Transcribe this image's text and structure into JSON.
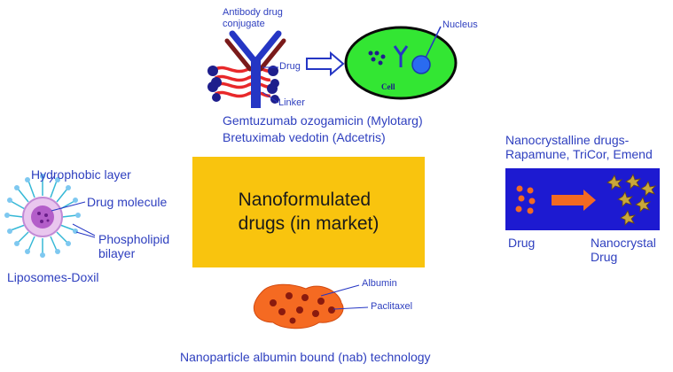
{
  "center": {
    "line1": "Nanoformulated",
    "line2": "drugs (in market)"
  },
  "adc": {
    "title_line1": "Antibody drug",
    "title_line2": "conjugate",
    "drug_label": "Drug",
    "linker_label": "Linker",
    "nucleus_label": "Nucleus",
    "cell_label": "Cell",
    "example1": "Gemtuzumab ozogamicin (Mylotarg)",
    "example2": "Bretuximab vedotin (Adcetris)"
  },
  "liposome": {
    "hydrophobic_label": "Hydrophobic layer",
    "drug_molecule_label": "Drug molecule",
    "phospholipid_line1": "Phospholipid",
    "phospholipid_line2": "bilayer",
    "caption": "Liposomes-Doxil"
  },
  "nanocrystal": {
    "title_line1": "Nanocrystalline drugs-",
    "title_line2": "Rapamune, TriCor, Emend",
    "drug_label": "Drug",
    "nano_line1": "Nanocrystal",
    "nano_line2": "Drug"
  },
  "nab": {
    "albumin_label": "Albumin",
    "paclitaxel_label": "Paclitaxel",
    "caption": "Nanoparticle albumin bound (nab) technology"
  },
  "colors": {
    "center_box": "#f9c40e",
    "label_blue": "#2e3fbf",
    "cell_green": "#33e633",
    "nab_orange": "#f56a22",
    "nanocrystal_bg": "#1d1ad1"
  }
}
